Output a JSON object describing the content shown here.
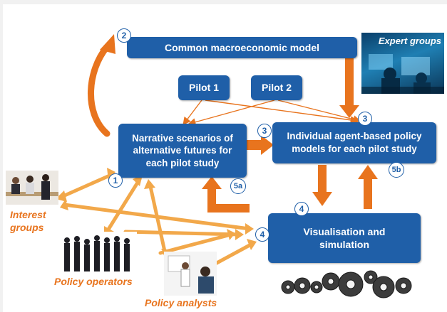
{
  "boxes": {
    "macro_model": "Common macroeconomic model",
    "pilot1": "Pilot 1",
    "pilot2": "Pilot 2",
    "narrative": "Narrative scenarios of alternative futures for each pilot study",
    "agent_models": "Individual agent-based policy models for each pilot study",
    "visualisation": "Visualisation and simulation"
  },
  "steps": {
    "s1": "1",
    "s2": "2",
    "s3a": "3",
    "s3b": "3",
    "s4a": "4",
    "s4b": "4",
    "s5a": "5a",
    "s5b": "5b"
  },
  "actors": {
    "expert_groups": "Expert groups",
    "interest_groups": "Interest groups",
    "policy_operators": "Policy operators",
    "policy_analysts": "Policy analysts"
  },
  "colors": {
    "box_blue": "#1f5fa8",
    "arrow_orange": "#e8741e",
    "arrow_light": "#f2a84a",
    "label_orange": "#e8741e"
  }
}
